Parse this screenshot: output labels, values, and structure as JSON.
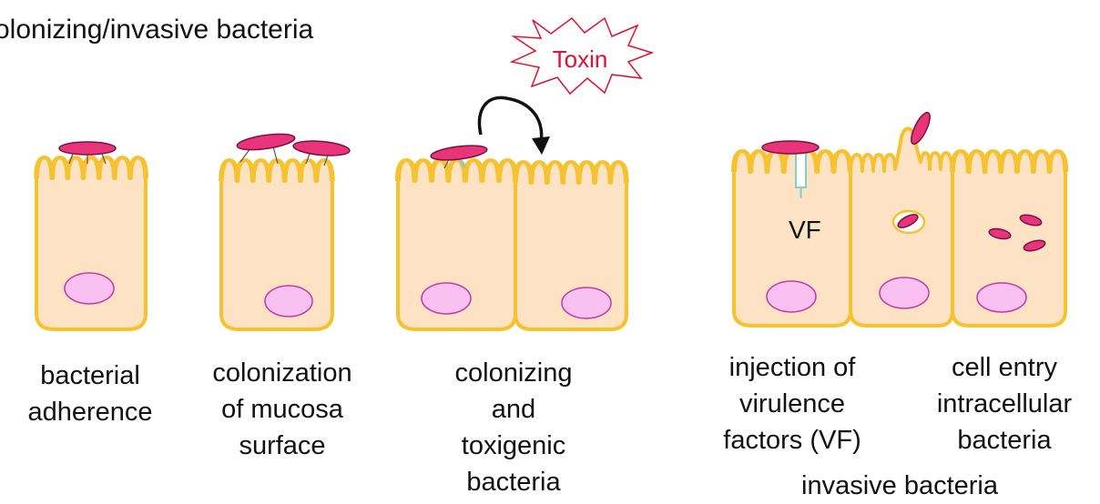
{
  "title": "olonizing/invasive bacteria",
  "toxin_label": "Toxin",
  "vf_label": "VF",
  "captions": {
    "adherence": [
      "bacterial",
      "adherence"
    ],
    "colonization": [
      "colonization",
      "of mucosa",
      "surface"
    ],
    "toxigenic": [
      "colonizing",
      "and",
      "toxigenic",
      "bacteria"
    ],
    "injection": [
      "injection of",
      "virulence",
      "factors (VF)"
    ],
    "entry": [
      "cell entry",
      "intracellular",
      "bacteria"
    ],
    "invasive": "invasive bacteria"
  },
  "colors": {
    "cell_fill": "#fde3c4",
    "cell_outline": "#f5c332",
    "nucleus_fill": "#f9c0f2",
    "nucleus_outline": "#c03aa6",
    "bacterium_fill": "#e8347a",
    "bacterium_outline": "#7a1040",
    "toxin_text": "#e01030",
    "syringe": "#7fd0c8"
  }
}
